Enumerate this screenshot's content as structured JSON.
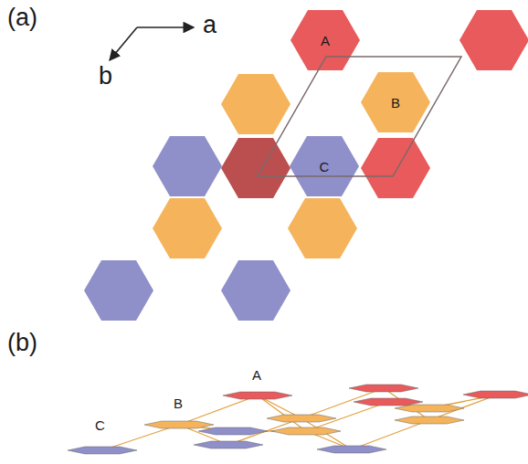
{
  "diagram": {
    "nodes": [
      {
        "text": [
          "A"
        ]
      },
      {
        "text": [
          "B"
        ]
      },
      {
        "text": [
          "C"
        ]
      }
    ],
    "labels": [
      "(a)",
      "a",
      "b",
      "(b)",
      "C",
      "B",
      "A"
    ]
  }
}
